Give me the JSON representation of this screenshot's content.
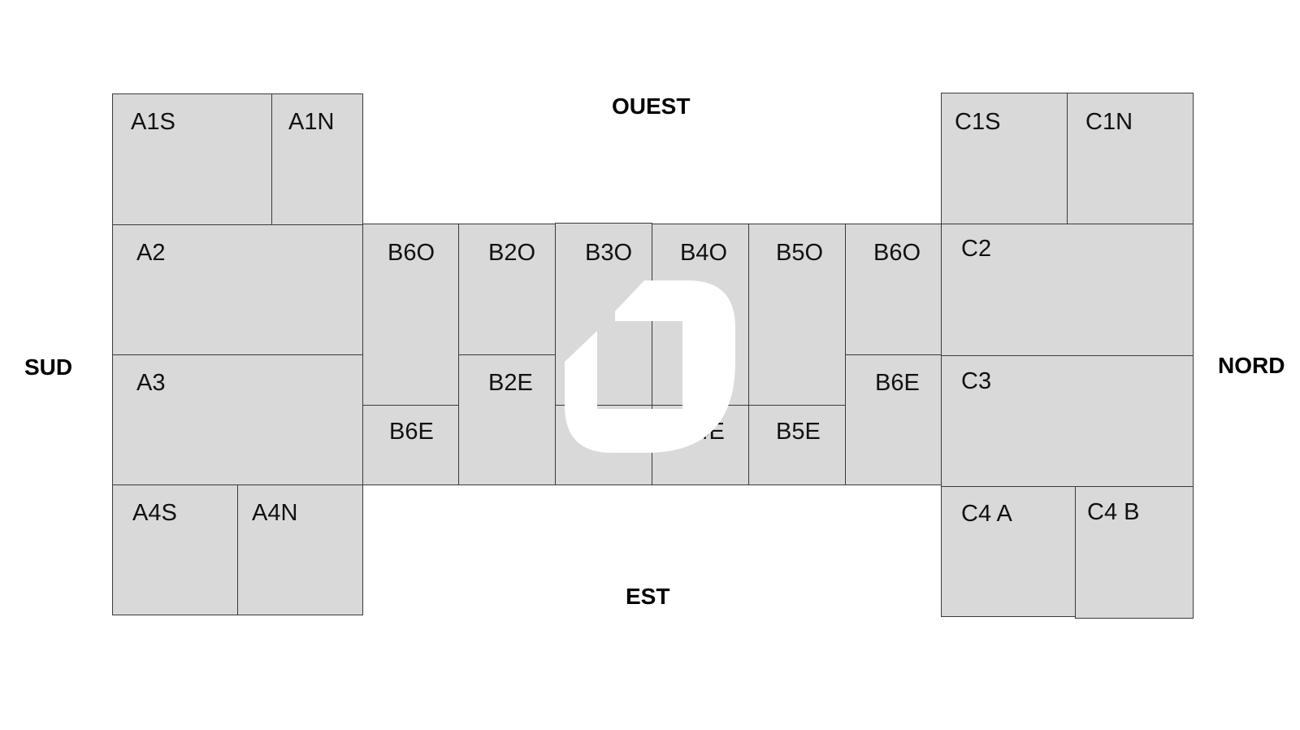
{
  "directions": {
    "west": "OUEST",
    "east": "EST",
    "south": "SUD",
    "north": "NORD"
  },
  "rooms": {
    "a1s": "A1S",
    "a1n": "A1N",
    "a2": "A2",
    "a3": "A3",
    "a4s": "A4S",
    "a4n": "A4N",
    "b6o_left": "B6O",
    "b6e_left": "B6E",
    "b2o": "B2O",
    "b2e": "B2E",
    "b3o": "B3O",
    "b4o": "B4O",
    "b4e": "B4E",
    "b5o": "B5O",
    "b5e": "B5E",
    "b6o_right": "B6O",
    "b6e_right": "B6E",
    "c1s": "C1S",
    "c1n": "C1N",
    "c2": "C2",
    "c3": "C3",
    "c4a": "C4 A",
    "c4b": "C4 B"
  },
  "logo": {
    "icon": "watermark-logo-icon",
    "color": "#ffffff"
  }
}
